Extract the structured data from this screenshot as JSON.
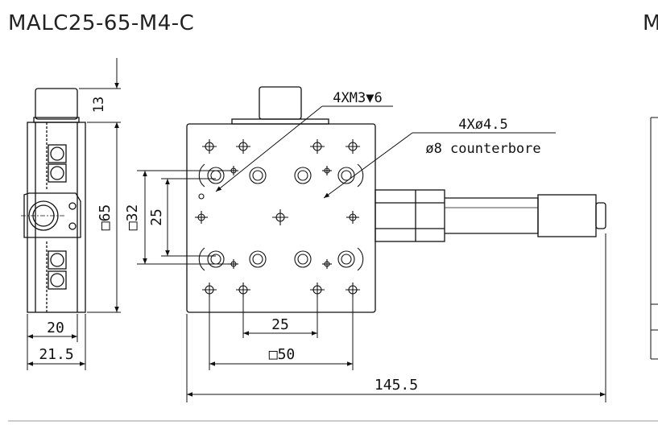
{
  "title": "MALC25-65-M4-C",
  "title_right_partial": "M",
  "dimensions": {
    "knob_height": "13",
    "body_square": "□65",
    "hole_square_32": "□32",
    "hole_pitch_25_v": "25",
    "side_width_20": "20",
    "side_width_21_5": "21.5",
    "hole_pitch_25_h": "25",
    "hole_square_50": "□50",
    "total_length": "145.5"
  },
  "callouts": {
    "tapped_holes": "4XM3▼6",
    "thru_holes": "4Xø4.5",
    "counterbore": "ø8 counterbore"
  }
}
